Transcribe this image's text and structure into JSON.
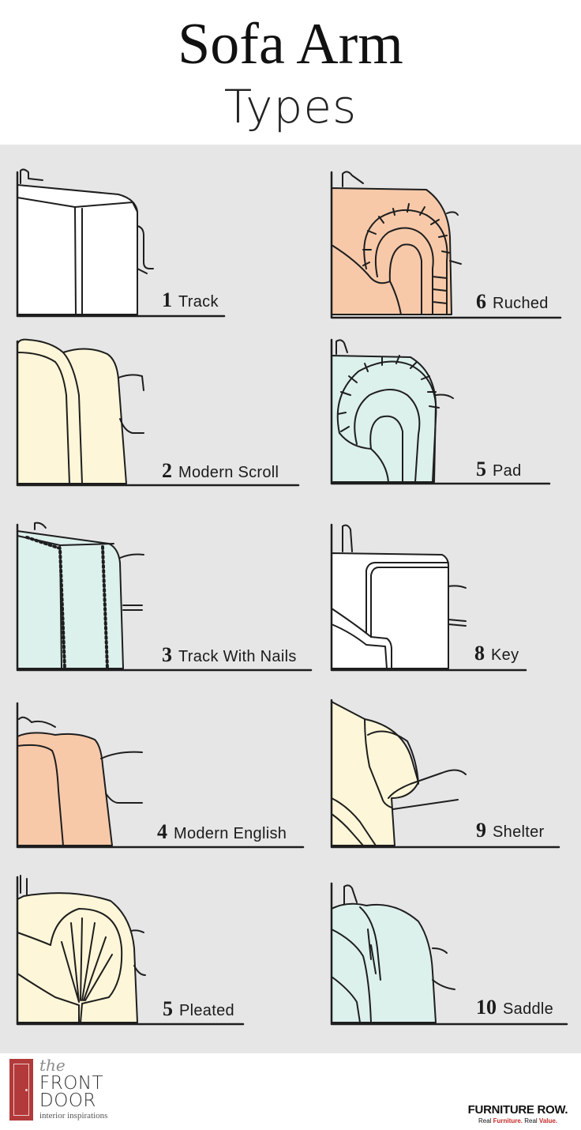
{
  "header": {
    "title": "Sofa Arm",
    "subtitle": "Types"
  },
  "colors": {
    "background_panel": "#e6e6e6",
    "peach": "#f7c9a9",
    "cream": "#fdf6d8",
    "mint": "#dcf0ec",
    "white": "#ffffff",
    "line": "#1e1e1e",
    "door_red": "#b23a3a",
    "brand_red": "#c62828"
  },
  "arm_types": [
    {
      "number": "1",
      "name": "Track",
      "fill": "white"
    },
    {
      "number": "2",
      "name": "Modern Scroll",
      "fill": "cream"
    },
    {
      "number": "3",
      "name": "Track With Nails",
      "fill": "mint"
    },
    {
      "number": "4",
      "name": "Modern English",
      "fill": "peach"
    },
    {
      "number": "5",
      "name": "Pleated",
      "fill": "cream"
    },
    {
      "number": "6",
      "name": "Ruched",
      "fill": "peach"
    },
    {
      "number": "5",
      "name": "Pad",
      "fill": "mint"
    },
    {
      "number": "8",
      "name": "Key",
      "fill": "white"
    },
    {
      "number": "9",
      "name": "Shelter",
      "fill": "cream"
    },
    {
      "number": "10",
      "name": "Saddle",
      "fill": "mint"
    }
  ],
  "footer": {
    "left_logo": {
      "the": "the",
      "front": "FRONT",
      "door": "DOOR",
      "tagline": "interior inspirations",
      "icon": "door-icon"
    },
    "right_logo": {
      "name": "FURNITURE ROW.",
      "tagline_prefix": "Real ",
      "tagline_red1": "Furniture.",
      "tagline_mid": " Real ",
      "tagline_red2": "Value.",
      "icon": "storefront-skyline-icon"
    }
  }
}
